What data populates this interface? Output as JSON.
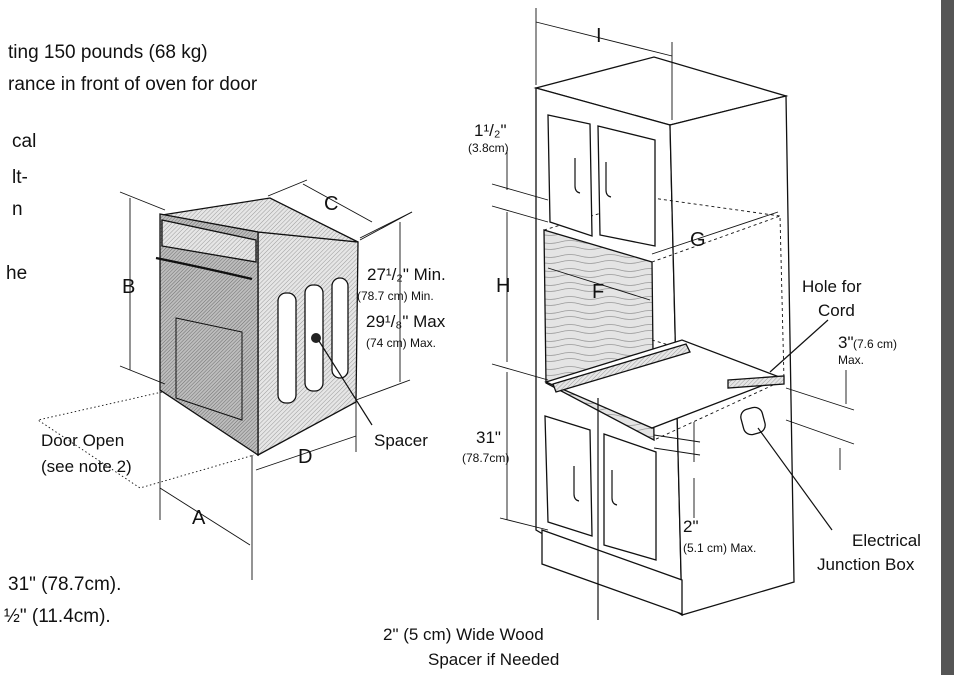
{
  "notes": {
    "line1": "ting 150 pounds (68 kg)",
    "line2": "rance in front of oven for door",
    "frag1": "cal",
    "frag2": "lt-",
    "frag3": "n",
    "frag4": "he",
    "bottom1": "31\" (78.7cm).",
    "bottom2": "½\" (11.4cm)."
  },
  "oven": {
    "label_a": "A",
    "label_b": "B",
    "label_c": "C",
    "label_d": "D",
    "door_open_1": "Door Open",
    "door_open_2": "(see note 2)",
    "spacer": "Spacer",
    "min_main": "27¹/₂\" Min.",
    "min_metric": "(78.7 cm) Min.",
    "max_main": "29¹/₈\" Max",
    "max_metric": "(74 cm) Max."
  },
  "cabinet": {
    "label_i": "I",
    "label_g": "G",
    "label_f": "F",
    "label_h": "H",
    "top_dim_main": "1¹/₂\"",
    "top_dim_metric": "(3.8cm)",
    "bottom_dim_main": "31\"",
    "bottom_dim_metric": "(78.7cm)",
    "hole_1": "Hole for",
    "hole_2": "Cord",
    "cord_dim_main": "3\"",
    "cord_dim_metric": "(7.6 cm)",
    "cord_dim_max": "Max.",
    "lip_main": "2\"",
    "lip_metric": "(5.1 cm) Max.",
    "junction_1": "Electrical",
    "junction_2": "Junction Box",
    "wood_1": "2\" (5 cm) Wide Wood",
    "wood_2": "Spacer if Needed"
  }
}
